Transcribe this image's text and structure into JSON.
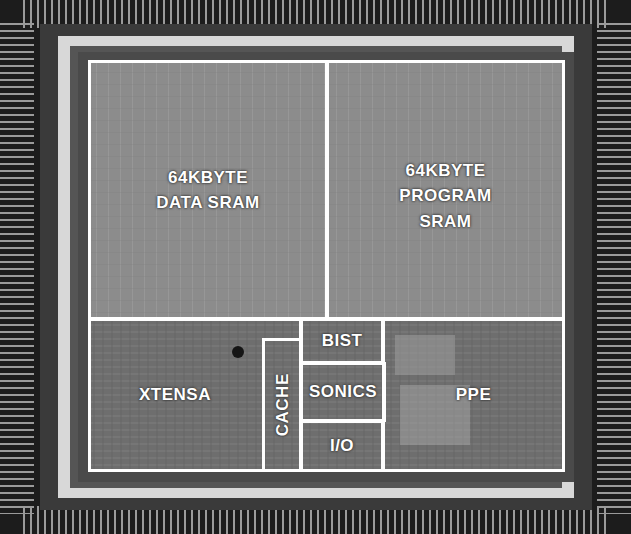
{
  "diagram": {
    "nodes": [
      {
        "text": [
          "64KBYTE DATA SRAM"
        ]
      },
      {
        "text": [
          "64KBYTE PROGRAM SRAM"
        ]
      },
      {
        "text": [
          "XTENSA"
        ]
      },
      {
        "text": [
          "CACHE"
        ],
        "in": 2
      },
      {
        "text": [
          "BIST"
        ]
      },
      {
        "text": [
          "SONICS"
        ]
      },
      {
        "text": [
          "I/O"
        ]
      },
      {
        "text": [
          "PPE"
        ]
      }
    ]
  }
}
